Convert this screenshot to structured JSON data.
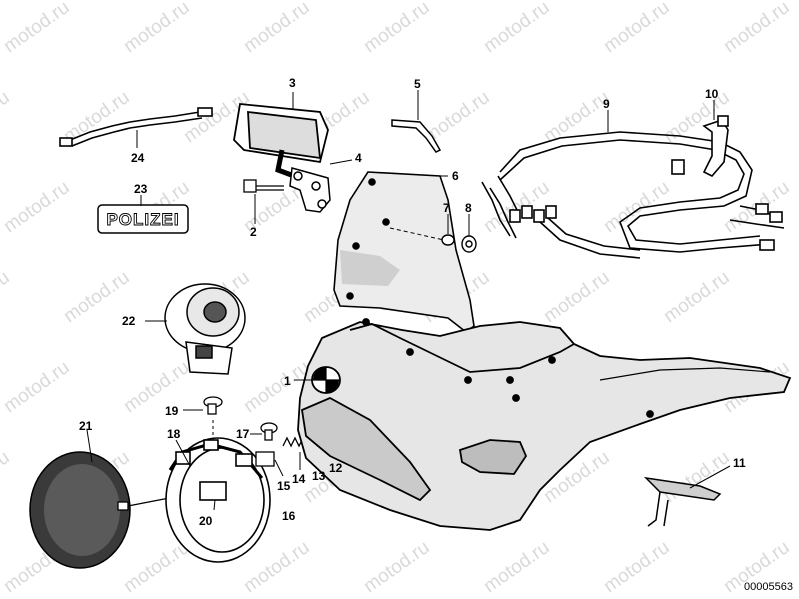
{
  "watermark": "motod.ru",
  "reference_number": "00005563",
  "emblem_text": "POLIZEI",
  "callouts": [
    "1",
    "2",
    "3",
    "4",
    "5",
    "6",
    "7",
    "8",
    "9",
    "10",
    "11",
    "12",
    "13",
    "14",
    "15",
    "16",
    "17",
    "18",
    "19",
    "20",
    "21",
    "22",
    "23",
    "24"
  ]
}
